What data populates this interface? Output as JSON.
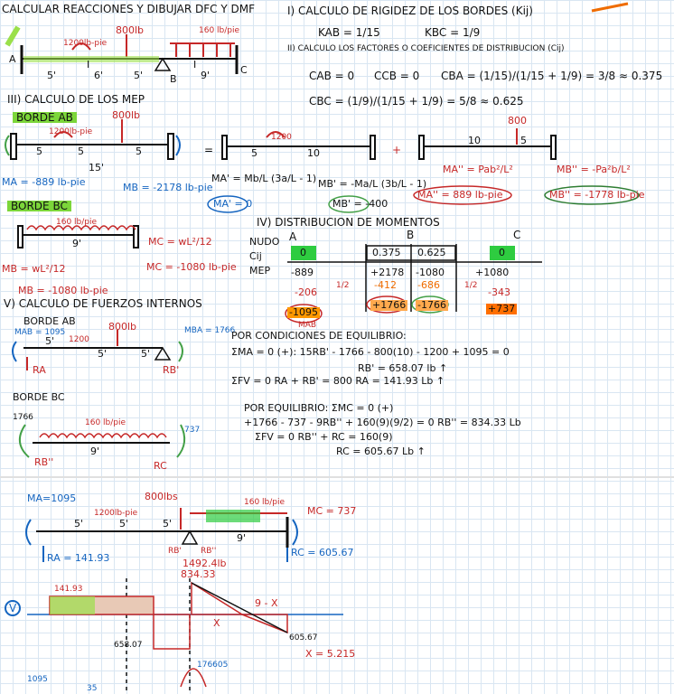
{
  "colors": {
    "ink": "#111111",
    "blue": "#1565c0",
    "red": "#c62828",
    "green": "#43a047",
    "orange": "#ef6c00",
    "yellow": "#ffe94a",
    "lime": "#9be04a"
  },
  "top_left": {
    "title": "CALCULAR REACCIONES Y DIBUJAR DFC Y DMF",
    "loads": [
      "1200lb-pie",
      "800lb",
      "160 lb/pie"
    ],
    "dims": [
      "5'",
      "6'",
      "5'",
      "9'"
    ],
    "supports": [
      "A",
      "B",
      "C"
    ],
    "spans": [
      "I",
      "I"
    ]
  },
  "rigidez": {
    "heading": "I) CALCULO DE RIGIDEZ DE LOS BORDES (Kij)",
    "kab": "KAB = 1/15",
    "kbc": "KBC = 1/9",
    "heading2": "II) CALCULO LOS FACTORES O COEFICIENTES DE DISTRIBUCION (Cij)",
    "cab": "CAB = 0",
    "ccb": "CCB = 0",
    "cba": "CBA = (1/15)/(1/15 + 1/9) = 3/8 ≈ 0.375",
    "cbc": "CBC = (1/9)/(1/15 + 1/9) = 5/8 ≈ 0.625"
  },
  "mep": {
    "heading": "III) CALCULO DE LOS MEP",
    "borde_ab": "BORDE AB",
    "loads": [
      "1200lb-pie",
      "800lb"
    ],
    "dims": [
      "5",
      "5",
      "5",
      "15'"
    ],
    "ma": "MA = -889 lb-pie",
    "mb": "MB = -2178 lb-pie",
    "eq1": "MA' = Mb/L (3a/L - 1)",
    "eq1_res": "MA' = 0",
    "eq2": "MB' = -Ma/L (3b/L - 1)",
    "eq2_res": "MB' = -400",
    "ma2": "MA'' = Pab²/L²",
    "ma2_res": "MA'' = 889 lb-pie",
    "mb2": "MB'' = -Pa²b/L²",
    "mb2_res": "MB'' = -1778 lb-pie",
    "dims2": [
      "5",
      "10",
      "10",
      "5"
    ],
    "load_1200": "1200",
    "load_800": "800",
    "borde_bc": "BORDE BC",
    "load_bc": "160 lb/pie",
    "span_bc": "9'",
    "mc": "MC = wL²/12",
    "mb_bc": "MB = wL²/12",
    "mc_res": "MC = -1080 lb-pie",
    "mb_res": "MB = -1080 lb-pie"
  },
  "distribucion": {
    "heading": "IV) DISTRIBUCION DE MOMENTOS",
    "row_labels": [
      "NUDO",
      "Cij",
      "MEP"
    ],
    "nudos": [
      "A",
      "B",
      "C"
    ],
    "cij": [
      "0",
      "0.375",
      "0.625",
      "0"
    ],
    "mep": [
      "-889",
      "+2178",
      "-1080",
      "+1080"
    ],
    "dist": [
      "-206",
      "-412",
      "-686",
      "-343"
    ],
    "carry": [
      "1/2",
      "1/2"
    ],
    "final": [
      "-1095",
      "+1766",
      "-1766",
      "+737"
    ],
    "map": "MAB"
  },
  "fuerzas": {
    "heading": "V) CALCULO DE FUERZOS INTERNOS",
    "borde_ab": "BORDE AB",
    "mab": "MAB = 1095",
    "mba": "MBA = 1766",
    "loads": [
      "1200",
      "800lb"
    ],
    "dims": [
      "5'",
      "5'",
      "5'"
    ],
    "ra": "RA",
    "rb": "RB'",
    "borde_bc": "BORDE BC",
    "m1766": "1766",
    "m737": "737",
    "load_bc": "160 lb/pie",
    "span": "9'",
    "rb2": "RB''",
    "rc": "RC"
  },
  "equilibrio": {
    "l1": "POR CONDICIONES DE EQUILIBRIO:",
    "l2": "ΣMA = 0 (+):  15RB' - 1766 - 800(10) - 1200 + 1095 = 0",
    "l3": "RB' = 658.07 lb ↑",
    "l4": "ΣFV = 0    RA + RB' = 800     RA = 141.93 Lb ↑",
    "l5": "POR EQUILIBRIO: ΣMC = 0 (+)",
    "l6": "+1766 - 737 - 9RB'' + 160(9)(9/2) = 0     RB'' = 834.33 Lb",
    "l7": "ΣFV = 0    RB'' + RC = 160(9)",
    "l8": "RC = 605.67 Lb ↑"
  },
  "bottom": {
    "ma": "MA=1095",
    "loads": [
      "1200lb-pie",
      "800lbs",
      "160 lb/pie"
    ],
    "mc": "MC = 737",
    "dims": [
      "5'",
      "5'",
      "5'",
      "9'"
    ],
    "ra": "RA = 141.93",
    "rb1": "RB'",
    "rb2": "RB''",
    "rb_total": "1492.4lb",
    "v834": "834.33",
    "rc": "RC = 605.67",
    "v141": "141.93",
    "v658": "658.07",
    "v605": "605.67",
    "x_label": "X",
    "x9": "9 - X",
    "x_val": "X = 5.215",
    "v_label": "V",
    "m1095": "1095",
    "m176": "176605",
    "m35": "35"
  }
}
